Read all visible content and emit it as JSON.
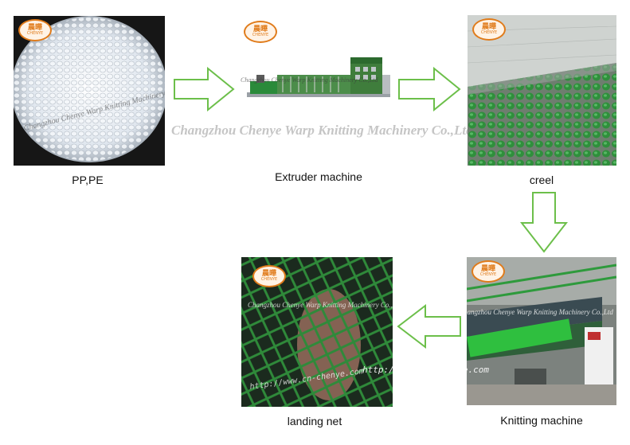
{
  "steps": [
    {
      "label": "PP,PE"
    },
    {
      "label": "Extruder machine"
    },
    {
      "label": "creel"
    },
    {
      "label": "Knitting machine"
    },
    {
      "label": "landing net"
    }
  ],
  "watermark": {
    "company": "Changzhou Chenye Warp Knitting Machinery Co.,Ltd",
    "url": "http://www.cn-chenye.com"
  },
  "logo": {
    "cn": "晨曄",
    "en": "CHENYE"
  },
  "colors": {
    "arrow_stroke": "#6cbf4a",
    "logo": "#e07b1a",
    "net_green": "#2f8a3a"
  }
}
